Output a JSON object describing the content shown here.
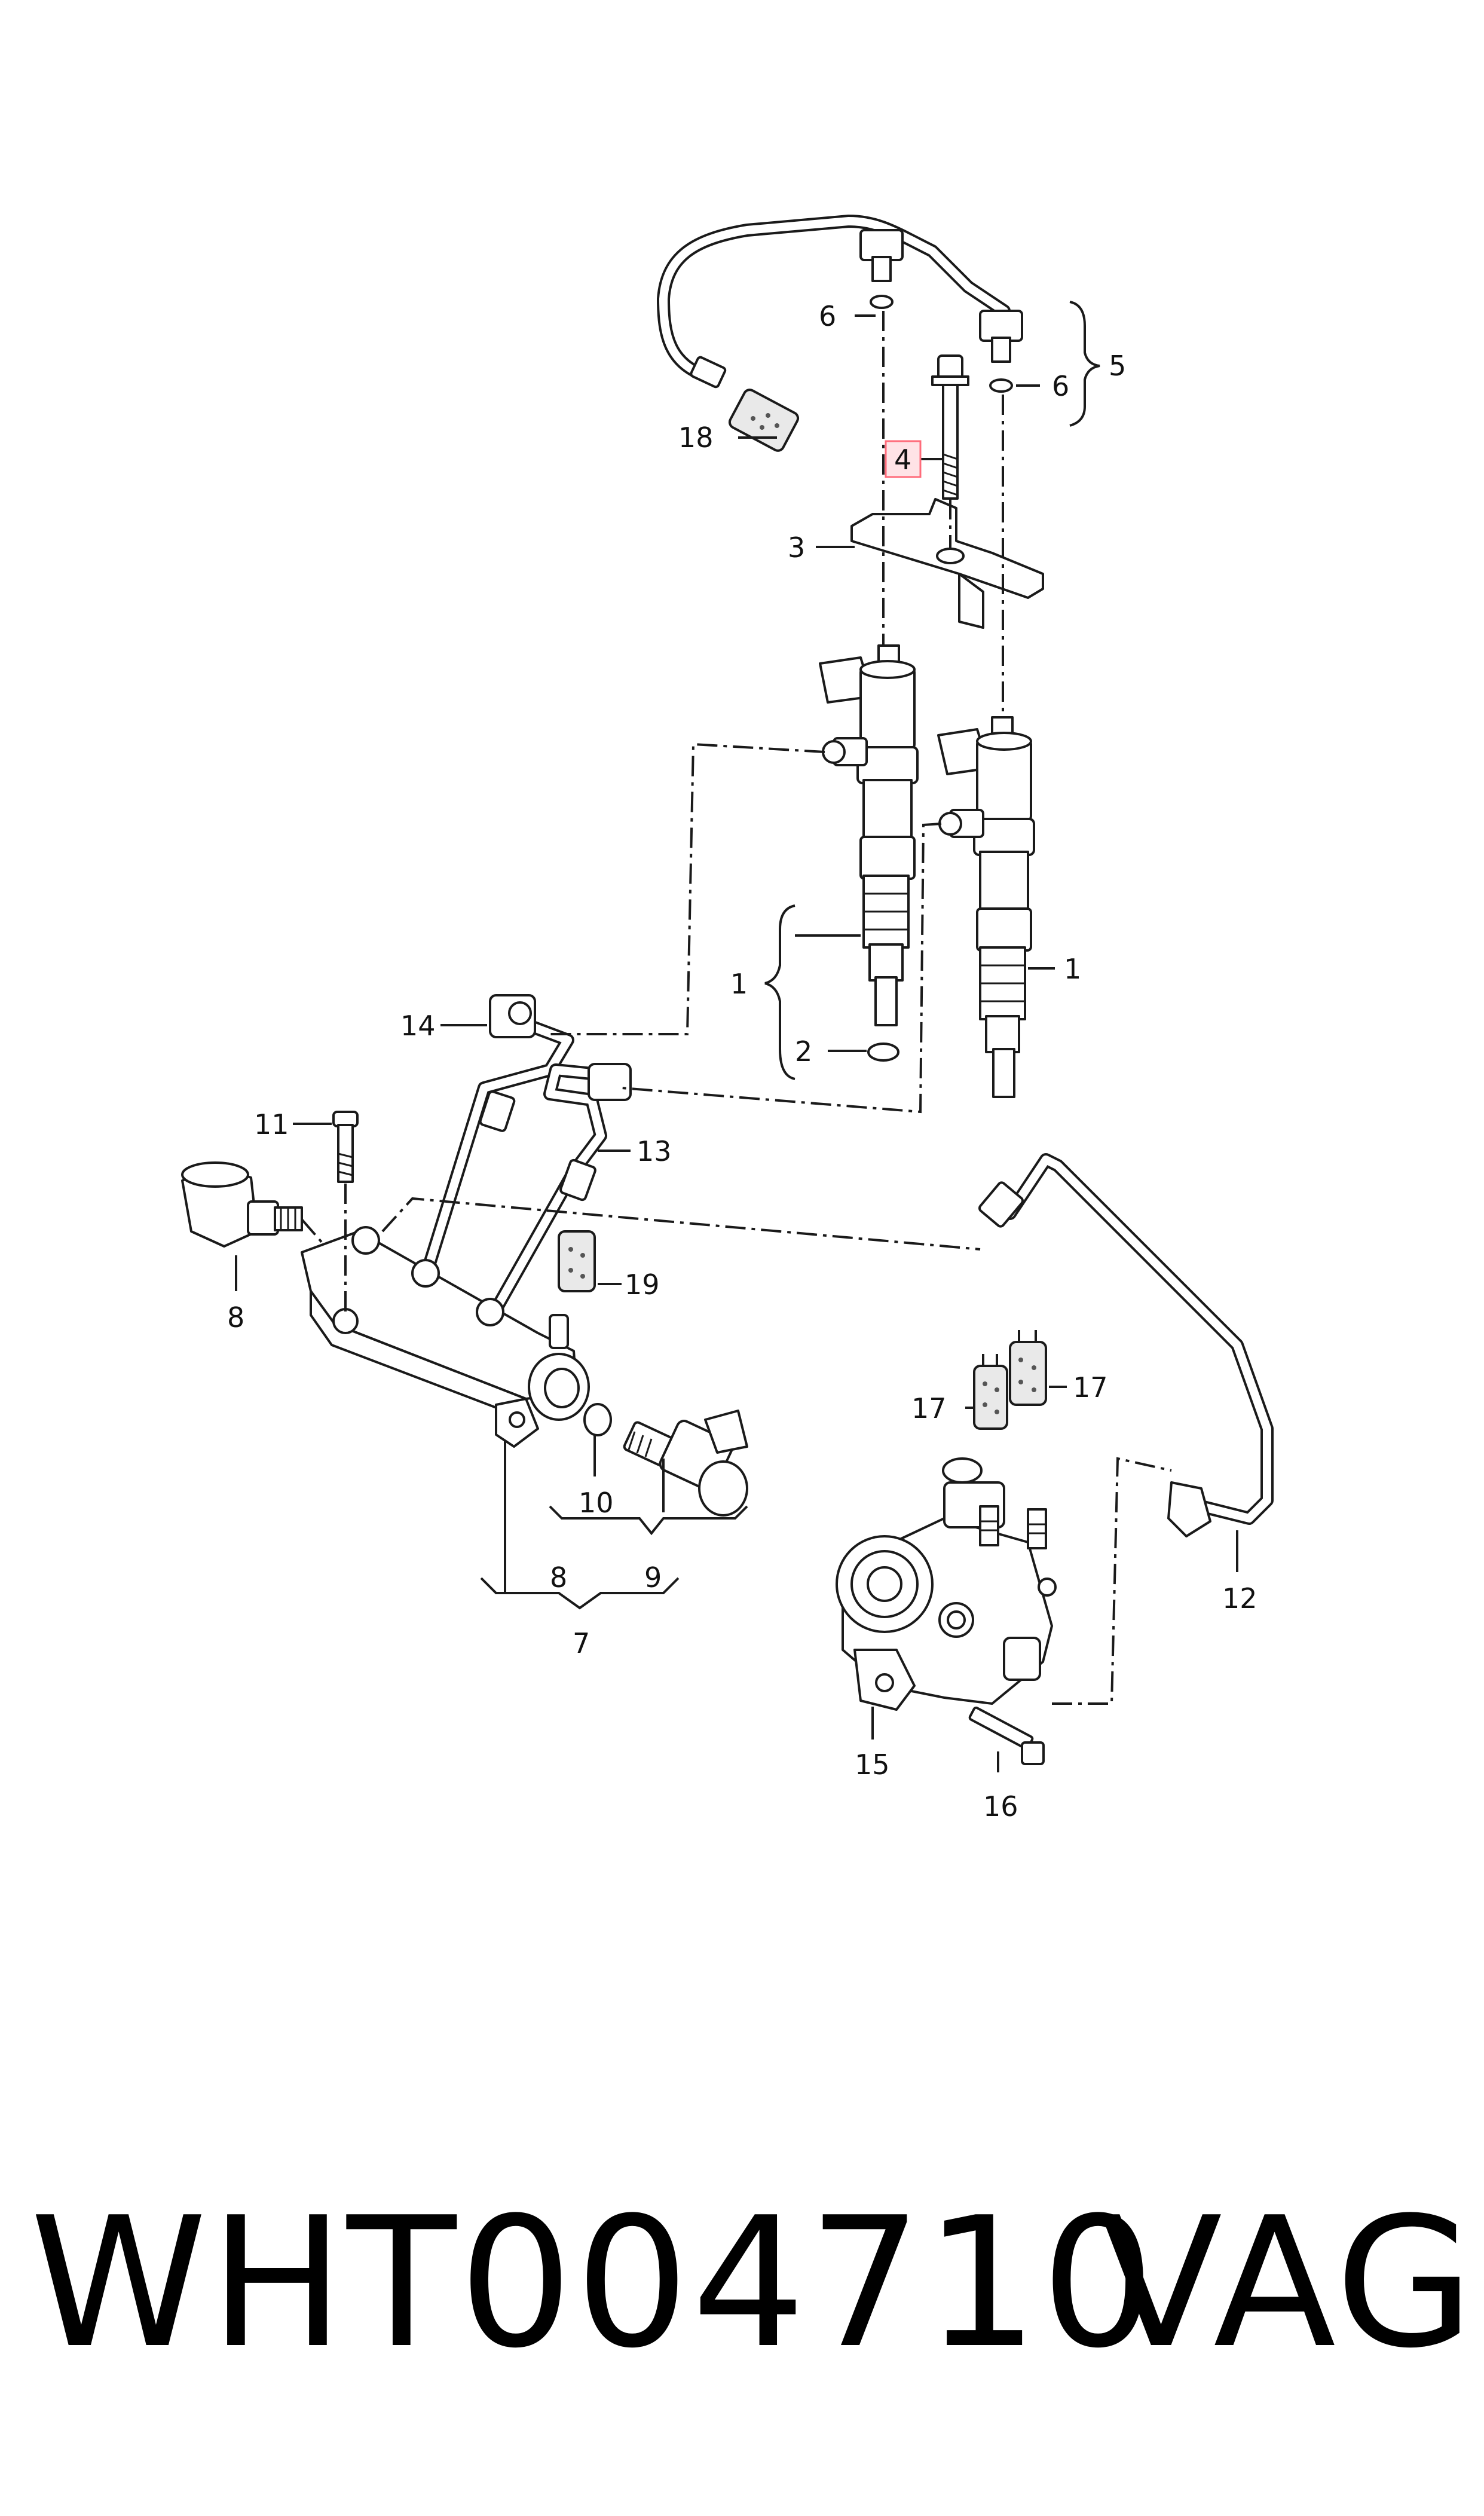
{
  "diagram": {
    "callouts": {
      "c1a": "1",
      "c1b": "1",
      "c2": "2",
      "c3": "3",
      "c4": "4",
      "c5": "5",
      "c6a": "6",
      "c6b": "6",
      "c7": "7",
      "c8a": "8",
      "c8b": "8",
      "c9": "9",
      "c10": "10",
      "c11": "11",
      "c12": "12",
      "c13": "13",
      "c14": "14",
      "c15": "15",
      "c16": "16",
      "c17a": "17",
      "c17b": "17",
      "c18": "18",
      "c19": "19"
    },
    "highlighted_callout": "4"
  },
  "footer": {
    "part_number": "WHT004710",
    "brand": "VAG"
  }
}
